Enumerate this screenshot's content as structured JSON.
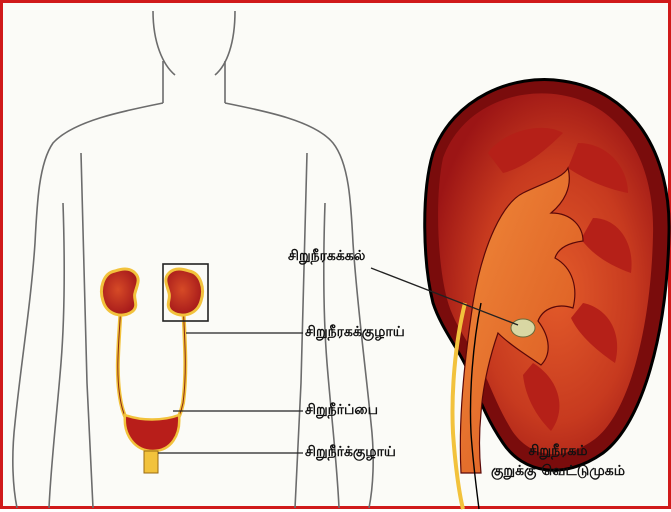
{
  "labels": {
    "kidney_stone": "சிறுநீரகக்கல்",
    "ureter": "சிறுநீரகக்குழாய்",
    "bladder": "சிறுநீர்ப்பை",
    "urethra": "சிறுநீர்க்குழாய்"
  },
  "caption": {
    "line1": "சிறுநீரகம்",
    "line2": "குறுக்கு வெட்டுமுகம்"
  },
  "colors": {
    "frame_border": "#d01a1a",
    "kidney_dark": "#a8181a",
    "kidney_mid": "#c8301e",
    "kidney_light": "#e2662e",
    "ureter_yellow": "#f2c23c",
    "stone": "#d9d7a3"
  }
}
